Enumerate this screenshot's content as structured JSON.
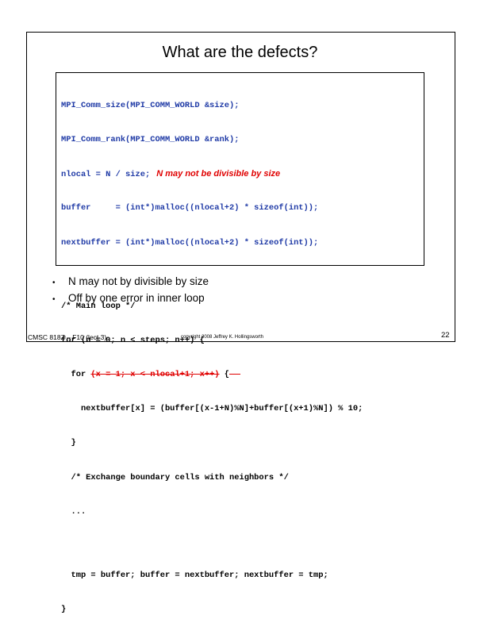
{
  "slide": {
    "title": "What are the defects?",
    "code": {
      "line1": "MPI_Comm_size(MPI_COMM_WORLD &size);",
      "line2": "MPI_Comm_rank(MPI_COMM_WORLD &rank);",
      "line3": "nlocal = N / size;",
      "line3_annotation": "N may not be divisible by size",
      "line4": "buffer     = (int*)malloc((nlocal+2) * sizeof(int));",
      "line5": "nextbuffer = (int*)malloc((nlocal+2) * sizeof(int));",
      "line6": "/* Main loop */",
      "line7": "for (n = 0; n < steps; n++) {",
      "line8_prefix": "  for ",
      "line8_struck": "(x = 1; x < nlocal+1; x++)",
      "line8_suffix": " {",
      "line9": "    nextbuffer[x] = (buffer[(x-1+N)%N]+buffer[(x+1)%N]) % 10;",
      "line10": "  }",
      "line11": "  /* Exchange boundary cells with neighbors */",
      "line12": "  ...",
      "line13": "  tmp = buffer; buffer = nextbuffer; nextbuffer = tmp;",
      "line14": "}"
    },
    "bullets": [
      "N may not by divisible by size",
      "Off by one error in inner loop"
    ],
    "footer": {
      "course": "CMSC 818Z – F10  (lect 3)",
      "copyright": "copyright 2008 Jeffrey K. Hollingsworth",
      "page": "22"
    }
  }
}
